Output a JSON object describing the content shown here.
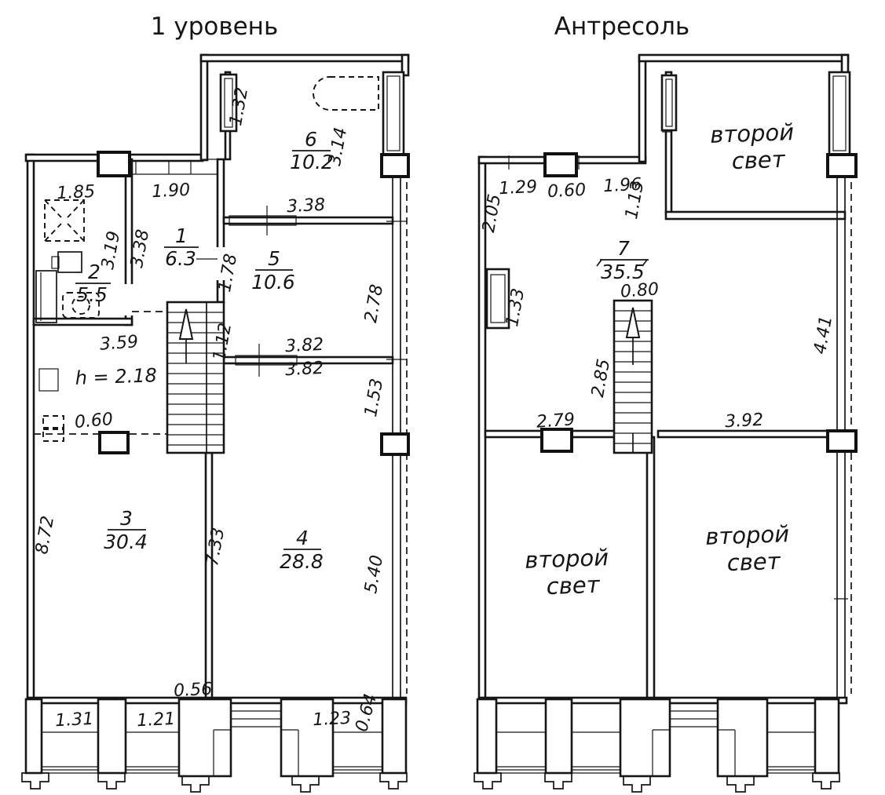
{
  "palette": {
    "ink": "#161616",
    "paper": "#ffffff"
  },
  "level1": {
    "title": "1 уровень",
    "rooms": {
      "r1": {
        "num": "1",
        "area": "6.3"
      },
      "r2": {
        "num": "2",
        "area": "5.5"
      },
      "r3": {
        "num": "3",
        "area": "30.4"
      },
      "r4": {
        "num": "4",
        "area": "28.8"
      },
      "r5": {
        "num": "5",
        "area": "10.6"
      },
      "r6": {
        "num": "6",
        "area": "10.2"
      }
    },
    "ceiling_note": "h = 2.18",
    "dims": {
      "shower_width": "1.85",
      "entry_width": "1.90",
      "win6": "1.32",
      "room6_depth": "3.14",
      "room5_top": "3.38",
      "bath_len": "3.19",
      "hall_len": "3.38",
      "room1_width": "1.78",
      "room5_side": "2.78",
      "stair_side": "1.12",
      "room5_bottom": "3.82",
      "room4_top": "3.82",
      "wall_seg": "1.53",
      "room3_top": "3.59",
      "niche": "0.60",
      "room3_side": "8.72",
      "room4_side_left": "7.33",
      "room4_side_right": "5.40",
      "facade_gap": "0.56",
      "fac1": "1.31",
      "fac2": "1.21",
      "fac3": "1.23",
      "fac4": "0.64"
    }
  },
  "mezzanine": {
    "title": "Антресоль",
    "room": {
      "num": "7",
      "area": "35.5"
    },
    "void_label": {
      "line1": "второй",
      "line2": "свет"
    },
    "dims": {
      "top1": "1.29",
      "top_door": "0.60",
      "top2": "1.96",
      "step_side": "1.13",
      "left_seg": "2.05",
      "window": "1.33",
      "stair_width": "0.80",
      "stair_len": "2.85",
      "right_side": "4.41",
      "cross_left": "2.79",
      "cross_right": "3.92"
    }
  }
}
